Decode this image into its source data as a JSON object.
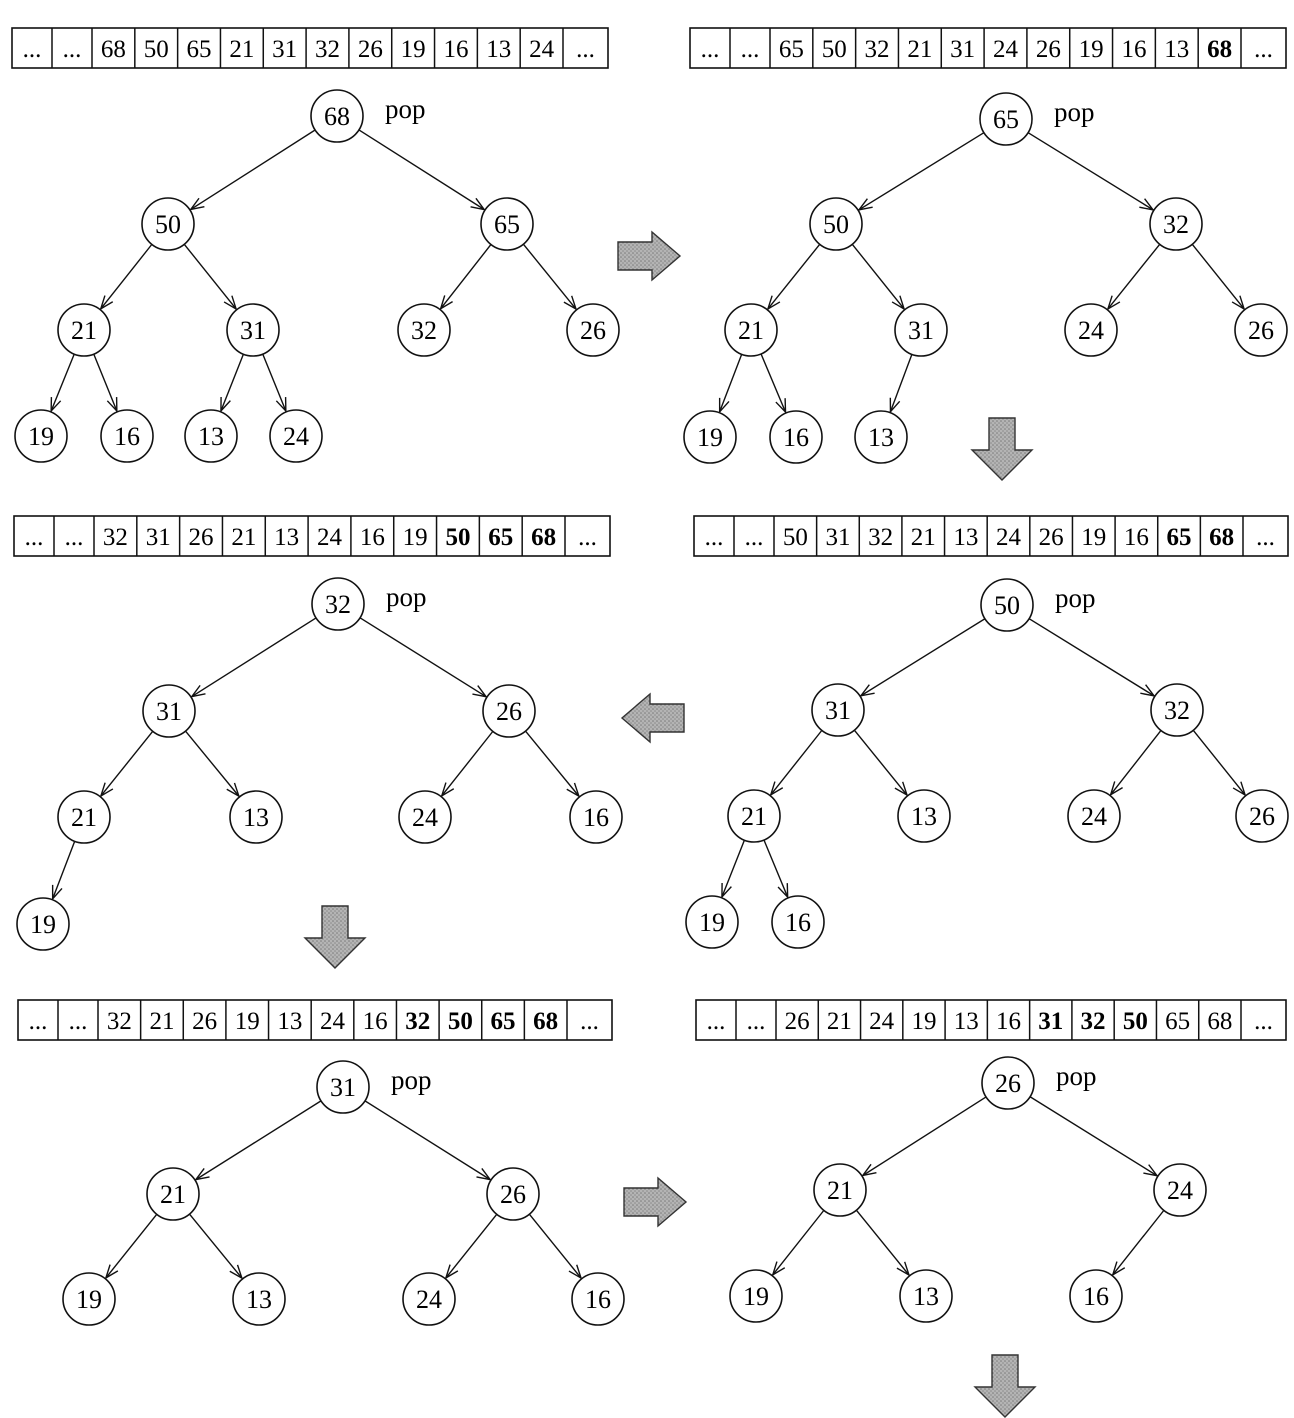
{
  "colors": {
    "line": "#111111",
    "arrow_fill": "#a7a7a7",
    "arrow_stroke": "#333333"
  },
  "panels": [
    {
      "array": [
        {
          "text": "...",
          "bold": false
        },
        {
          "text": "...",
          "bold": false
        },
        {
          "text": "68",
          "bold": false
        },
        {
          "text": "50",
          "bold": false
        },
        {
          "text": "65",
          "bold": false
        },
        {
          "text": "21",
          "bold": false
        },
        {
          "text": "31",
          "bold": false
        },
        {
          "text": "32",
          "bold": false
        },
        {
          "text": "26",
          "bold": false
        },
        {
          "text": "19",
          "bold": false
        },
        {
          "text": "16",
          "bold": false
        },
        {
          "text": "13",
          "bold": false
        },
        {
          "text": "24",
          "bold": false
        },
        {
          "text": "...",
          "bold": false
        }
      ],
      "pop_label": "pop",
      "heap": [
        "68",
        "50",
        "65",
        "21",
        "31",
        "32",
        "26",
        "19",
        "16",
        "13",
        "24"
      ]
    },
    {
      "array": [
        {
          "text": "...",
          "bold": false
        },
        {
          "text": "...",
          "bold": false
        },
        {
          "text": "65",
          "bold": false
        },
        {
          "text": "50",
          "bold": false
        },
        {
          "text": "32",
          "bold": false
        },
        {
          "text": "21",
          "bold": false
        },
        {
          "text": "31",
          "bold": false
        },
        {
          "text": "24",
          "bold": false
        },
        {
          "text": "26",
          "bold": false
        },
        {
          "text": "19",
          "bold": false
        },
        {
          "text": "16",
          "bold": false
        },
        {
          "text": "13",
          "bold": false
        },
        {
          "text": "68",
          "bold": true
        },
        {
          "text": "...",
          "bold": false
        }
      ],
      "pop_label": "pop",
      "heap": [
        "65",
        "50",
        "32",
        "21",
        "31",
        "24",
        "26",
        "19",
        "16",
        "13"
      ]
    },
    {
      "array": [
        {
          "text": "...",
          "bold": false
        },
        {
          "text": "...",
          "bold": false
        },
        {
          "text": "50",
          "bold": false
        },
        {
          "text": "31",
          "bold": false
        },
        {
          "text": "32",
          "bold": false
        },
        {
          "text": "21",
          "bold": false
        },
        {
          "text": "13",
          "bold": false
        },
        {
          "text": "24",
          "bold": false
        },
        {
          "text": "26",
          "bold": false
        },
        {
          "text": "19",
          "bold": false
        },
        {
          "text": "16",
          "bold": false
        },
        {
          "text": "65",
          "bold": true
        },
        {
          "text": "68",
          "bold": true
        },
        {
          "text": "...",
          "bold": false
        }
      ],
      "pop_label": "pop",
      "heap": [
        "50",
        "31",
        "32",
        "21",
        "13",
        "24",
        "26",
        "19",
        "16"
      ]
    },
    {
      "array": [
        {
          "text": "...",
          "bold": false
        },
        {
          "text": "...",
          "bold": false
        },
        {
          "text": "32",
          "bold": false
        },
        {
          "text": "31",
          "bold": false
        },
        {
          "text": "26",
          "bold": false
        },
        {
          "text": "21",
          "bold": false
        },
        {
          "text": "13",
          "bold": false
        },
        {
          "text": "24",
          "bold": false
        },
        {
          "text": "16",
          "bold": false
        },
        {
          "text": "19",
          "bold": false
        },
        {
          "text": "50",
          "bold": true
        },
        {
          "text": "65",
          "bold": true
        },
        {
          "text": "68",
          "bold": true
        },
        {
          "text": "...",
          "bold": false
        }
      ],
      "pop_label": "pop",
      "heap": [
        "32",
        "31",
        "26",
        "21",
        "13",
        "24",
        "16",
        "19"
      ]
    },
    {
      "array": [
        {
          "text": "...",
          "bold": false
        },
        {
          "text": "...",
          "bold": false
        },
        {
          "text": "32",
          "bold": false
        },
        {
          "text": "21",
          "bold": false
        },
        {
          "text": "26",
          "bold": false
        },
        {
          "text": "19",
          "bold": false
        },
        {
          "text": "13",
          "bold": false
        },
        {
          "text": "24",
          "bold": false
        },
        {
          "text": "16",
          "bold": false
        },
        {
          "text": "32",
          "bold": true
        },
        {
          "text": "50",
          "bold": true
        },
        {
          "text": "65",
          "bold": true
        },
        {
          "text": "68",
          "bold": true
        },
        {
          "text": "...",
          "bold": false
        }
      ],
      "pop_label": "pop",
      "heap": [
        "31",
        "21",
        "26",
        "19",
        "13",
        "24",
        "16"
      ]
    },
    {
      "array": [
        {
          "text": "...",
          "bold": false
        },
        {
          "text": "...",
          "bold": false
        },
        {
          "text": "26",
          "bold": false
        },
        {
          "text": "21",
          "bold": false
        },
        {
          "text": "24",
          "bold": false
        },
        {
          "text": "19",
          "bold": false
        },
        {
          "text": "13",
          "bold": false
        },
        {
          "text": "16",
          "bold": false
        },
        {
          "text": "31",
          "bold": true
        },
        {
          "text": "32",
          "bold": true
        },
        {
          "text": "50",
          "bold": true
        },
        {
          "text": "65",
          "bold": false
        },
        {
          "text": "68",
          "bold": false
        },
        {
          "text": "...",
          "bold": false
        }
      ],
      "pop_label": "pop",
      "heap": [
        "26",
        "21",
        "24",
        "19",
        "13",
        "16"
      ]
    }
  ],
  "arrows": [
    {
      "direction": "right"
    },
    {
      "direction": "down"
    },
    {
      "direction": "left"
    },
    {
      "direction": "down"
    },
    {
      "direction": "right"
    },
    {
      "direction": "down"
    }
  ]
}
